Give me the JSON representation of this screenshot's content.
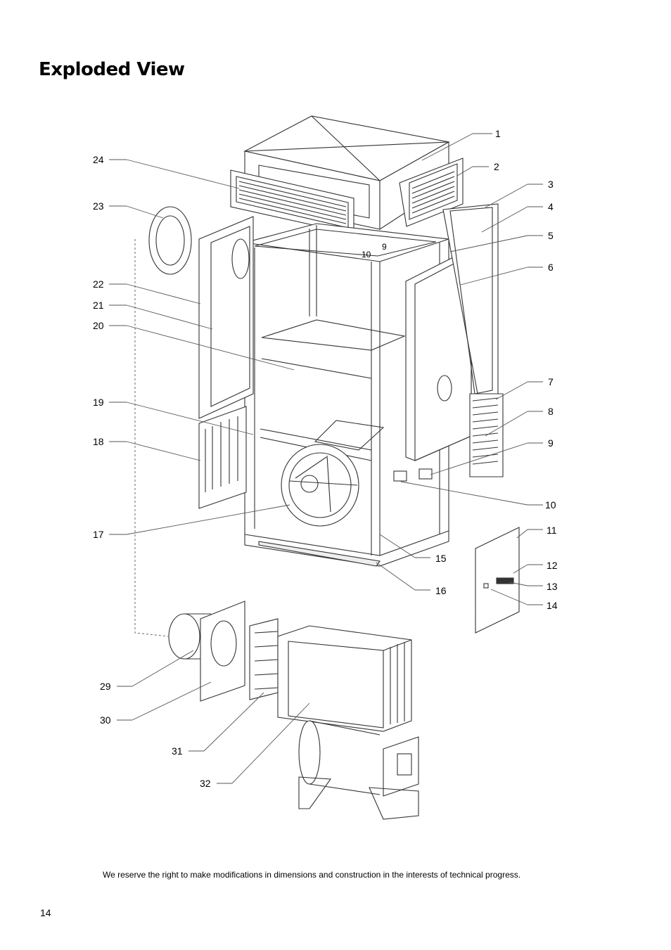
{
  "page": {
    "title": "Exploded View",
    "footer_note": "We reserve the right to make modifications in dimensions and construction in the interests of technical progress.",
    "page_number": "14"
  },
  "callouts": {
    "c1": "1",
    "c2": "2",
    "c3": "3",
    "c4": "4",
    "c5": "5",
    "c6": "6",
    "c7": "7",
    "c8": "8",
    "c9": "9",
    "c9b": "9",
    "c10": "10",
    "c10b": "10",
    "c11": "11",
    "c12": "12",
    "c13": "13",
    "c14": "14",
    "c15": "15",
    "c16": "16",
    "c17": "17",
    "c18": "18",
    "c19": "19",
    "c20": "20",
    "c21": "21",
    "c22": "22",
    "c23": "23",
    "c24": "24",
    "c29": "29",
    "c30": "30",
    "c31": "31",
    "c32": "32"
  }
}
